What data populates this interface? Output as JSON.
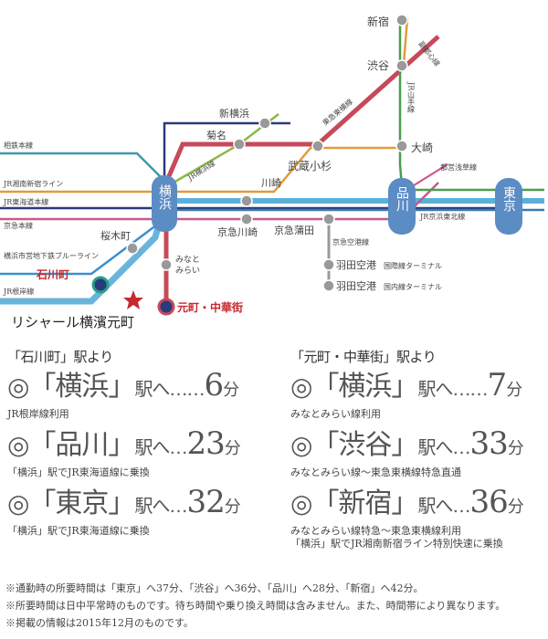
{
  "map": {
    "stations": {
      "shinjuku": "新宿",
      "shibuya": "渋谷",
      "shin_yokohama": "新横浜",
      "kikuna": "菊名",
      "osaki": "大崎",
      "musashi_kosugi": "武蔵小杉",
      "kawasaki": "川崎",
      "yokohama": "横浜",
      "shinagawa": "品川",
      "tokyo": "東京",
      "keikyu_kawasaki": "京急川崎",
      "keikyu_kamata": "京急蒲田",
      "sakuragicho": "桜木町",
      "ishikawacho": "石川町",
      "minatomirai": "みなと\nみらい",
      "motomachi": "元町・中華街",
      "haneda_intl": "羽田空港",
      "haneda_intl_sub": "国際線ターミナル",
      "haneda_dom": "羽田空港",
      "haneda_dom_sub": "国内線ターミナル",
      "property": "リシャール横濱元町"
    },
    "lines": {
      "fukutoshin": "副都心線",
      "tokyu_toyoko": "東急東横線",
      "jr_yamanote": "JR山手線",
      "jr_yokohama": "JR横浜線",
      "toei_asakusa": "都営浅草線",
      "sotetsu": "相鉄本線",
      "jr_shonan": "JR湘南新宿ライン",
      "jr_tokaido": "JR東海道本線",
      "keikyu_main": "京急本線",
      "jr_keihin": "JR京浜東北線",
      "keikyu_airport": "京急空港線",
      "blue_line": "横浜市営地下鉄ブルーライン",
      "jr_negishi": "JR根岸線"
    },
    "colors": {
      "jr_green": "#4a9e4a",
      "jr_orange": "#e39a3c",
      "tokyu_red": "#c64a5a",
      "yokosuka_blue": "#3a7ab0",
      "jr_yokohama": "#8ab84a",
      "keihin_cyan": "#5bb0d8",
      "keikyu_pink": "#c65a8a",
      "airport_gray": "#999999",
      "sotetsu": "#3d9aa8",
      "asakusa": "#d0508a",
      "navy": "#2a3a7a",
      "blue_line": "#3b8fd0",
      "negishi": "#6ab4dc",
      "box_blue": "#5b8cc4",
      "accent_red": "#c8282e"
    }
  },
  "from_ishikawacho": {
    "heading": "「石川町」駅より",
    "routes": [
      {
        "mark": "◎",
        "station": "「横浜」",
        "eki": "駅へ",
        "dots": "……",
        "minutes": "6",
        "unit": "分",
        "note": "JR根岸線利用"
      },
      {
        "mark": "◎",
        "station": "「品川」",
        "eki": "駅へ",
        "dots": "…",
        "minutes": "23",
        "unit": "分",
        "note": "「横浜」駅でJR東海道線に乗換"
      },
      {
        "mark": "◎",
        "station": "「東京」",
        "eki": "駅へ",
        "dots": "…",
        "minutes": "32",
        "unit": "分",
        "note": "「横浜」駅でJR東海道線に乗換"
      }
    ]
  },
  "from_motomachi": {
    "heading": "「元町・中華街」駅より",
    "routes": [
      {
        "mark": "◎",
        "station": "「横浜」",
        "eki": "駅へ",
        "dots": "……",
        "minutes": "7",
        "unit": "分",
        "note": "みなとみらい線利用"
      },
      {
        "mark": "◎",
        "station": "「渋谷」",
        "eki": "駅へ",
        "dots": "…",
        "minutes": "33",
        "unit": "分",
        "note": "みなとみらい線～東急東横線特急直通"
      },
      {
        "mark": "◎",
        "station": "「新宿」",
        "eki": "駅へ",
        "dots": "…",
        "minutes": "36",
        "unit": "分",
        "note": "みなとみらい線特急～東急東横線利用",
        "note2": "「横浜」駅でJR湘南新宿ライン特別快速に乗換"
      }
    ]
  },
  "notes": [
    "※通勤時の所要時間は「東京」へ37分、「渋谷」へ36分、「品川」へ28分、「新宿」へ42分。",
    "※所要時間は日中平常時のものです。待ち時間や乗り換え時間は含みません。また、時間帯により異なります。",
    "※掲載の情報は2015年12月のものです。"
  ]
}
